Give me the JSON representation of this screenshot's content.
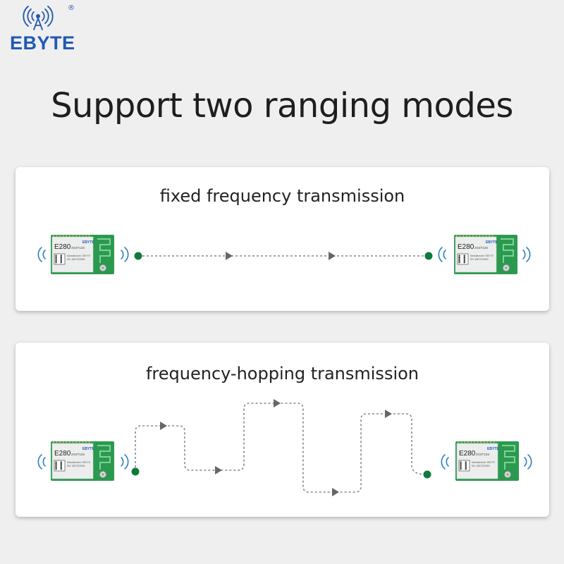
{
  "brand": {
    "name": "EBYTE",
    "registered_mark": "®",
    "color": "#2159b3"
  },
  "headline": "Support two ranging modes",
  "modes": [
    {
      "title": "fixed frequency transmission"
    },
    {
      "title": "frequency-hopping transmission"
    }
  ],
  "module": {
    "model": "E280",
    "part": "2G4T12S",
    "maker_lines": [
      "Manufacturer: EBYTE",
      "SN: 1807220050"
    ],
    "board_color": "#2b9a4e",
    "shield_color": "#eceeee"
  },
  "colors": {
    "endpoint_dot": "#0e7a3d",
    "path_line": "#888888",
    "arrow": "#666666",
    "signal_wave": "#2a7fc0"
  }
}
